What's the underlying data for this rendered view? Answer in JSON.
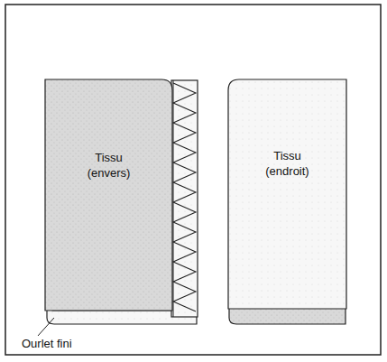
{
  "diagram": {
    "nodes": [
      {
        "text": [
          "Tissu (envers)"
        ]
      },
      {
        "text": [
          "Tissu (endroit)"
        ]
      }
    ],
    "labels": [
      "Ourlet fini"
    ]
  }
}
